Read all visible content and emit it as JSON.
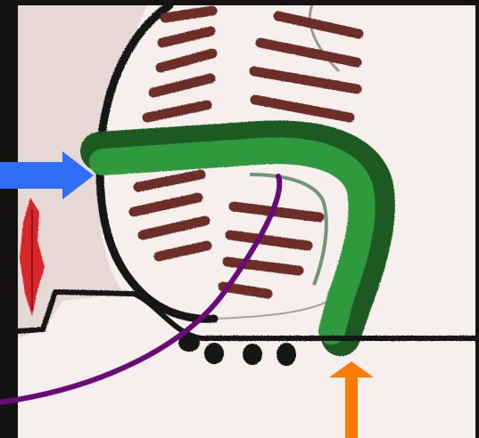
{
  "illustration": {
    "colors": {
      "frame": "#141312",
      "paper": "#f6efed",
      "tissue": "#e5d3d0",
      "outline": "#151915",
      "hatch": "#6c2f28",
      "tube_fill": "#2f9a3e",
      "tube_dark": "#1b5a24",
      "red_mark": "#d8262b",
      "blue_arrow": "#2f6ef7",
      "purple_curve": "#6a0a78",
      "orange_arrow": "#ff7a00"
    },
    "indicators": [
      {
        "name": "blue-arrow",
        "icon": "right-arrow-icon"
      },
      {
        "name": "purple-curved-arrow",
        "icon": "curved-pointer-icon"
      },
      {
        "name": "orange-arrow",
        "icon": "up-arrow-icon"
      }
    ]
  }
}
